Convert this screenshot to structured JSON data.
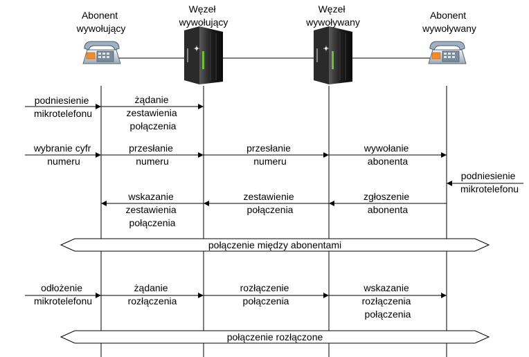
{
  "participants": [
    {
      "id": "caller",
      "lines": [
        "Abonent",
        "wywołujący"
      ],
      "icon": "telephone-icon"
    },
    {
      "id": "caller-node",
      "lines": [
        "Węzeł",
        "wywołujący"
      ],
      "icon": "server-icon"
    },
    {
      "id": "callee-node",
      "lines": [
        "Węzeł",
        "wywoływany"
      ],
      "icon": "server-icon"
    },
    {
      "id": "callee",
      "lines": [
        "Abonent",
        "wywoływany"
      ],
      "icon": "telephone-icon"
    }
  ],
  "messages": [
    {
      "id": "lift-handset-caller",
      "lines": [
        "podniesienie",
        "mikrotelefonu"
      ]
    },
    {
      "id": "connection-request",
      "lines": [
        "żądanie",
        "zestawienia",
        "połączenia"
      ]
    },
    {
      "id": "dial-number",
      "lines": [
        "wybranie cyfr",
        "numeru"
      ]
    },
    {
      "id": "forward-number-1",
      "lines": [
        "przesłanie",
        "numeru"
      ]
    },
    {
      "id": "forward-number-2",
      "lines": [
        "przesłanie",
        "numeru"
      ]
    },
    {
      "id": "ring-subscriber",
      "lines": [
        "wywołanie",
        "abonenta"
      ]
    },
    {
      "id": "lift-handset-callee",
      "lines": [
        "podniesienie",
        "mikrotelefonu"
      ]
    },
    {
      "id": "subscriber-answer",
      "lines": [
        "zgłoszenie",
        "abonenta"
      ]
    },
    {
      "id": "connection-established",
      "lines": [
        "zestawienie",
        "połączenia"
      ]
    },
    {
      "id": "connection-indication",
      "lines": [
        "wskazanie",
        "zestawienia",
        "połączenia"
      ]
    },
    {
      "id": "hang-up",
      "lines": [
        "odłożenie",
        "mikrotelefonu"
      ]
    },
    {
      "id": "release-request",
      "lines": [
        "żądanie",
        "rozłączenia"
      ]
    },
    {
      "id": "release-connection",
      "lines": [
        "rozłączenie",
        "połączenia"
      ]
    },
    {
      "id": "release-indication",
      "lines": [
        "wskazanie",
        "rozłączenia",
        "połączenia"
      ]
    }
  ],
  "bands": [
    {
      "id": "connected-band",
      "label": "połączenie między abonentami"
    },
    {
      "id": "disconnected-band",
      "label": "połączenie rozłączone"
    }
  ]
}
